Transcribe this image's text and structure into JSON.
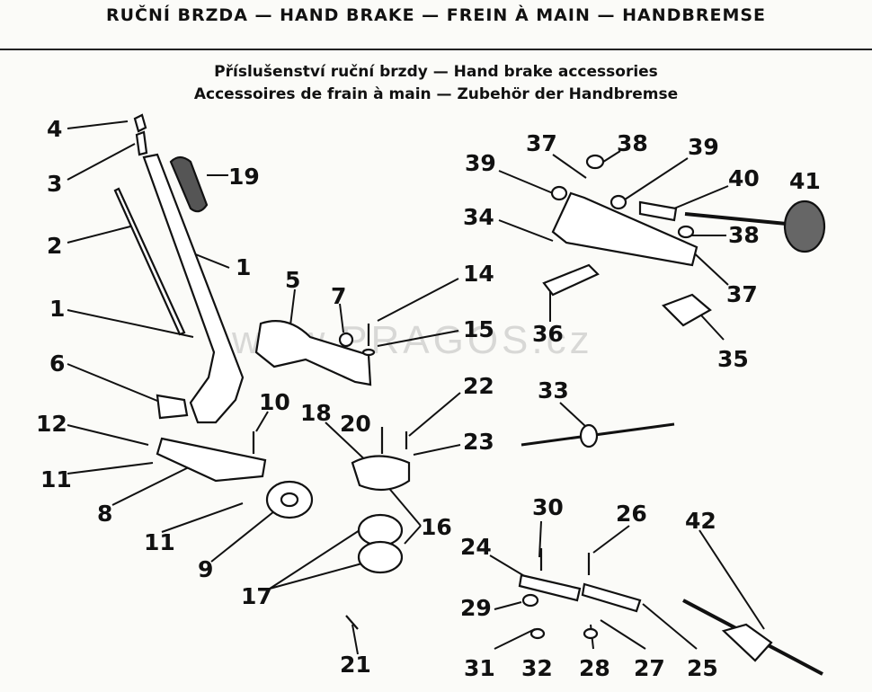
{
  "header": {
    "title": "RUČNÍ BRZDA — HAND BRAKE — FREIN À MAIN — HANDBREMSE",
    "subtitle_line1": "Příslušenství ruční brzdy — Hand brake accessories",
    "subtitle_line2": "Accessoires de frain à main — Zubehör der Handbremse"
  },
  "watermark": "www.PRAGOS.cz",
  "callouts": [
    "4",
    "3",
    "19",
    "2",
    "1",
    "1",
    "5",
    "7",
    "14",
    "15",
    "6",
    "10",
    "12",
    "11",
    "8",
    "11",
    "9",
    "18",
    "20",
    "22",
    "23",
    "16",
    "17",
    "21",
    "39",
    "37",
    "38",
    "39",
    "40",
    "41",
    "34",
    "38",
    "37",
    "36",
    "35",
    "33",
    "30",
    "26",
    "42",
    "24",
    "29",
    "31",
    "32",
    "28",
    "27",
    "25"
  ]
}
